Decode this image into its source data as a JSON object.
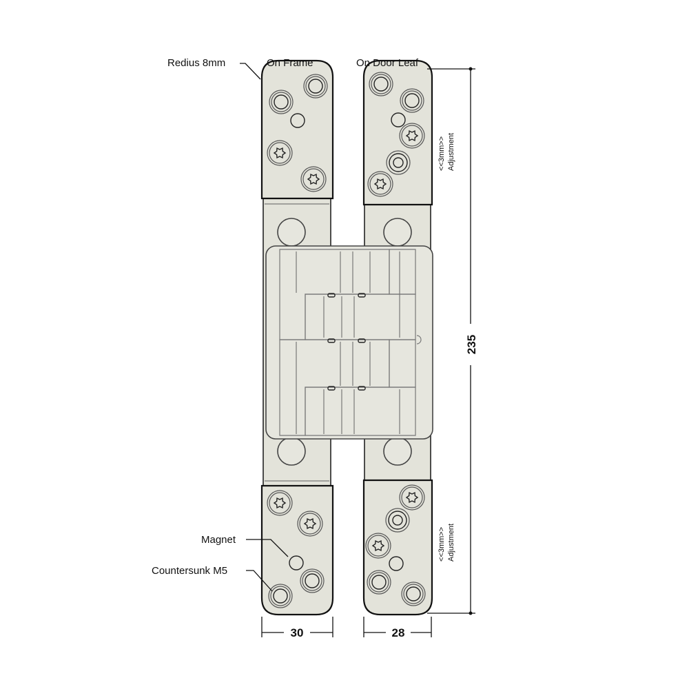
{
  "labels": {
    "radius": "Redius 8mm",
    "on_frame": "On Frame",
    "on_door_leaf": "On  Door Leaf",
    "magnet": "Magnet",
    "countersunk": "Countersunk M5",
    "adjustment_top_value": "<<3mm>>",
    "adjustment_top_label": "Adjustment",
    "adjustment_bottom_value": "<<3mm>>",
    "adjustment_bottom_label": "Adjustment"
  },
  "dimensions": {
    "height": "235",
    "frame_width": "30",
    "door_width": "28"
  },
  "colors": {
    "plate": "#e3e3da",
    "line": "#111111"
  }
}
